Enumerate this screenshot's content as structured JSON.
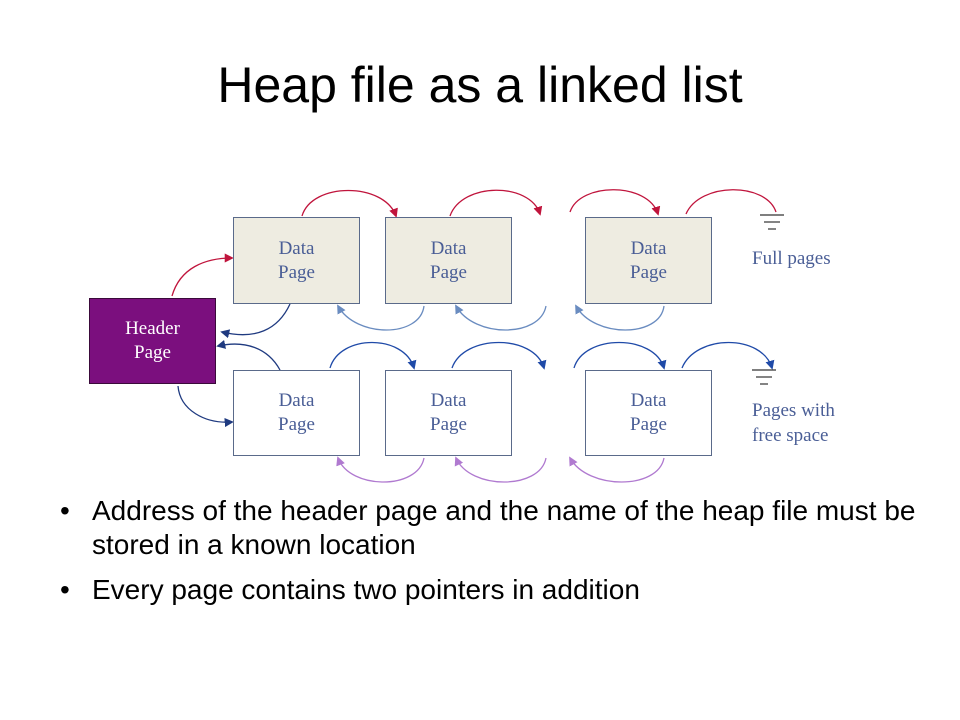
{
  "slide": {
    "title": "Heap file as a linked list"
  },
  "diagram": {
    "header_page": {
      "label_line1": "Header",
      "label_line2": "Page",
      "color": "#7b0f7e"
    },
    "full_pages": [
      {
        "label_line1": "Data",
        "label_line2": "Page"
      },
      {
        "label_line1": "Data",
        "label_line2": "Page"
      },
      {
        "label_line1": "Data",
        "label_line2": "Page"
      }
    ],
    "free_pages": [
      {
        "label_line1": "Data",
        "label_line2": "Page"
      },
      {
        "label_line1": "Data",
        "label_line2": "Page"
      },
      {
        "label_line1": "Data",
        "label_line2": "Page"
      }
    ],
    "full_pages_label": "Full pages",
    "free_pages_label_line1": "Pages with",
    "free_pages_label_line2": "free space",
    "colors": {
      "forward_full": "#c0143c",
      "forward_free": "#1f4aa8",
      "backward_full": "#6a8cc0",
      "backward_free": "#b07ad0",
      "full_page_fill": "#eeece1",
      "label_text": "#4a5e96"
    }
  },
  "bullets": [
    {
      "marker": "•",
      "text": "Address of the header page and the name of the heap file must be stored in a known location"
    },
    {
      "marker": "•",
      "text": "Every page contains two pointers in addition"
    }
  ]
}
